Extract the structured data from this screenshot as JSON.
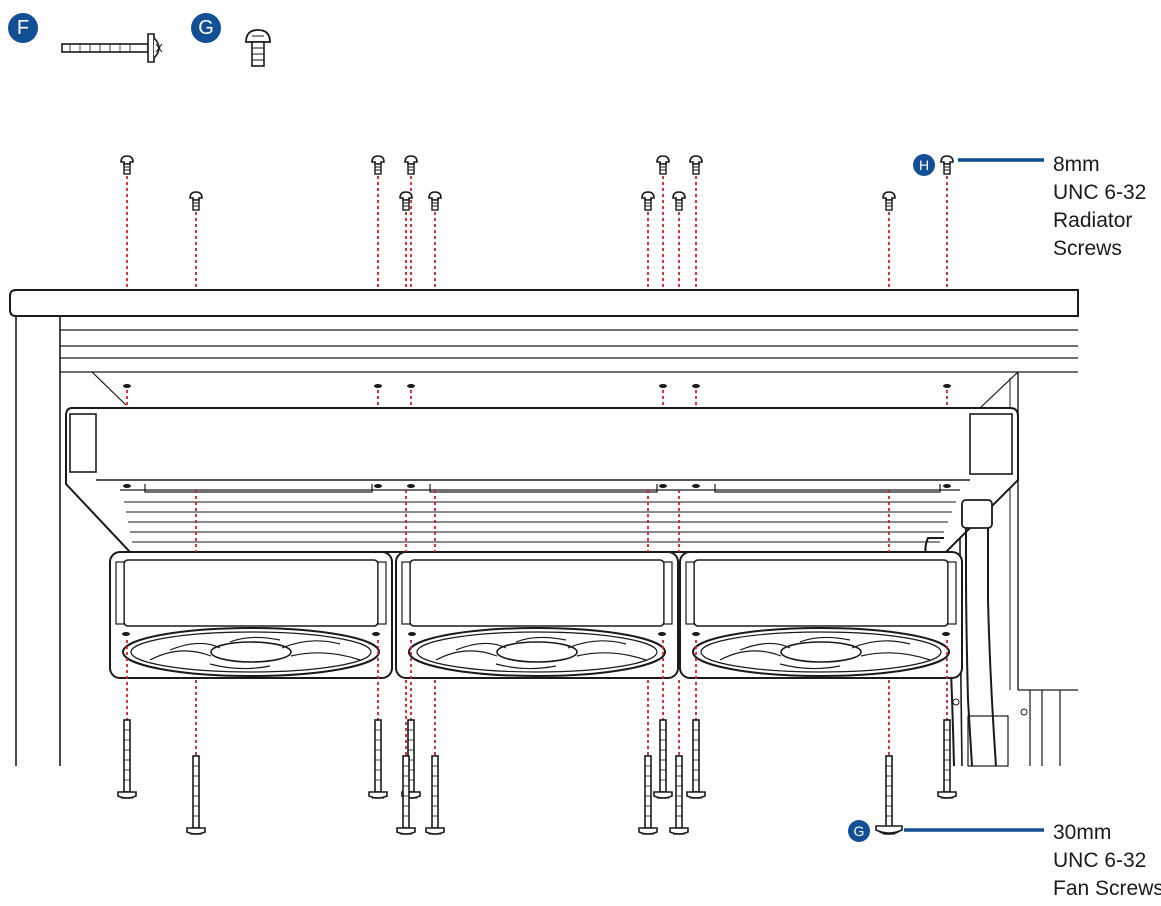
{
  "legend": {
    "f": {
      "letter": "F"
    },
    "g": {
      "letter": "G"
    }
  },
  "callout_radiator": {
    "badge": "H",
    "lines": [
      "8mm",
      "UNC 6-32",
      "Radiator",
      "Screws"
    ]
  },
  "callout_fan": {
    "badge": "G",
    "lines": [
      "30mm",
      "UNC 6-32",
      "Fan Screws"
    ]
  },
  "colors": {
    "badge": "#124f94",
    "guide": "#d0202a",
    "line": "#1a1a1a"
  },
  "icons": [
    "long-screw-icon",
    "short-screw-icon",
    "radiator",
    "fan-icon"
  ]
}
